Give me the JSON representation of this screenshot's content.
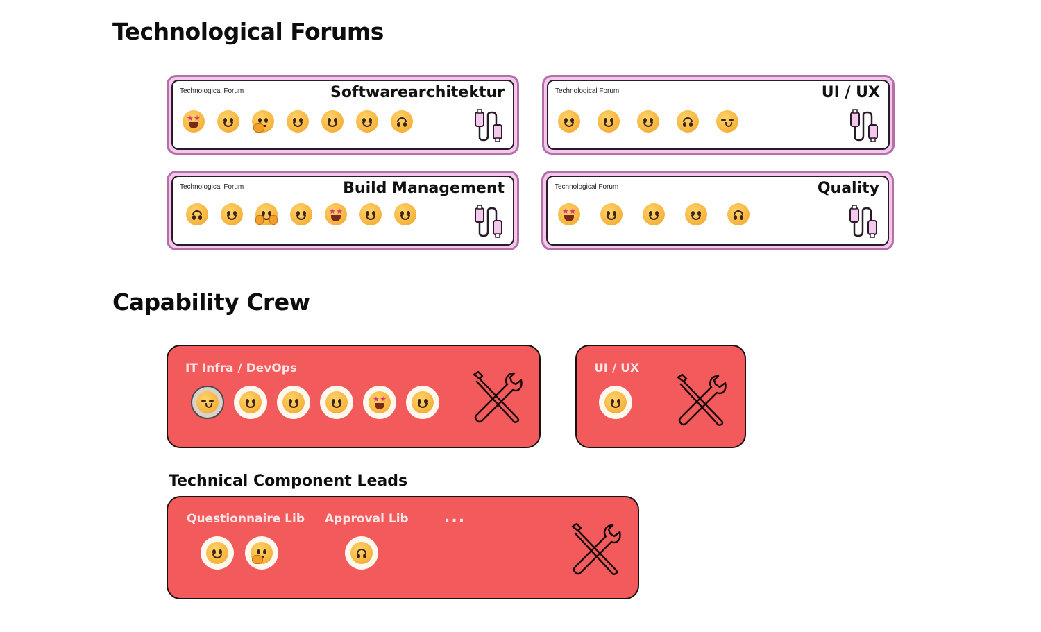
{
  "technological_forums": {
    "title": "Technological Forums",
    "forums": [
      {
        "tag": "Technological Forum",
        "name": "Softwarearchitektur",
        "faces": [
          "star-struck",
          "smile",
          "thinking",
          "smile",
          "smile",
          "smile",
          "upside-down"
        ]
      },
      {
        "tag": "Technological Forum",
        "name": "UI / UX",
        "faces": [
          "smile",
          "smile",
          "smile",
          "upside-down",
          "relieved"
        ]
      },
      {
        "tag": "Technological Forum",
        "name": "Build Management",
        "faces": [
          "upside-down",
          "smile",
          "hugging",
          "smile",
          "star-struck",
          "smile",
          "smile"
        ]
      },
      {
        "tag": "Technological Forum",
        "name": "Quality",
        "faces": [
          "star-struck",
          "smile",
          "smile",
          "smile",
          "upside-down"
        ]
      }
    ],
    "icon": "usb-cable-icon",
    "colors": {
      "border": "#b46ea8",
      "frame": "#f4c8ec",
      "inner": "#ffffff"
    }
  },
  "capability_crew": {
    "title": "Capability Crew",
    "crews": [
      {
        "label": "IT Infra / DevOps",
        "faces": [
          "relieved",
          "smile",
          "smile",
          "smile",
          "star-struck",
          "smile"
        ],
        "selected_index": 0
      },
      {
        "label": "UI / UX",
        "faces": [
          "smile"
        ]
      }
    ],
    "icon": "tools-icon",
    "colors": {
      "card": "#f25a5c",
      "label": "#fde3e3"
    }
  },
  "technical_component_leads": {
    "title": "Technical Component Leads",
    "groups": [
      {
        "label": "Questionnaire Lib",
        "faces": [
          "smile",
          "thinking"
        ]
      },
      {
        "label": "Approval Lib",
        "faces": [
          "upside-down"
        ]
      }
    ],
    "more": "...",
    "icon": "tools-icon"
  }
}
